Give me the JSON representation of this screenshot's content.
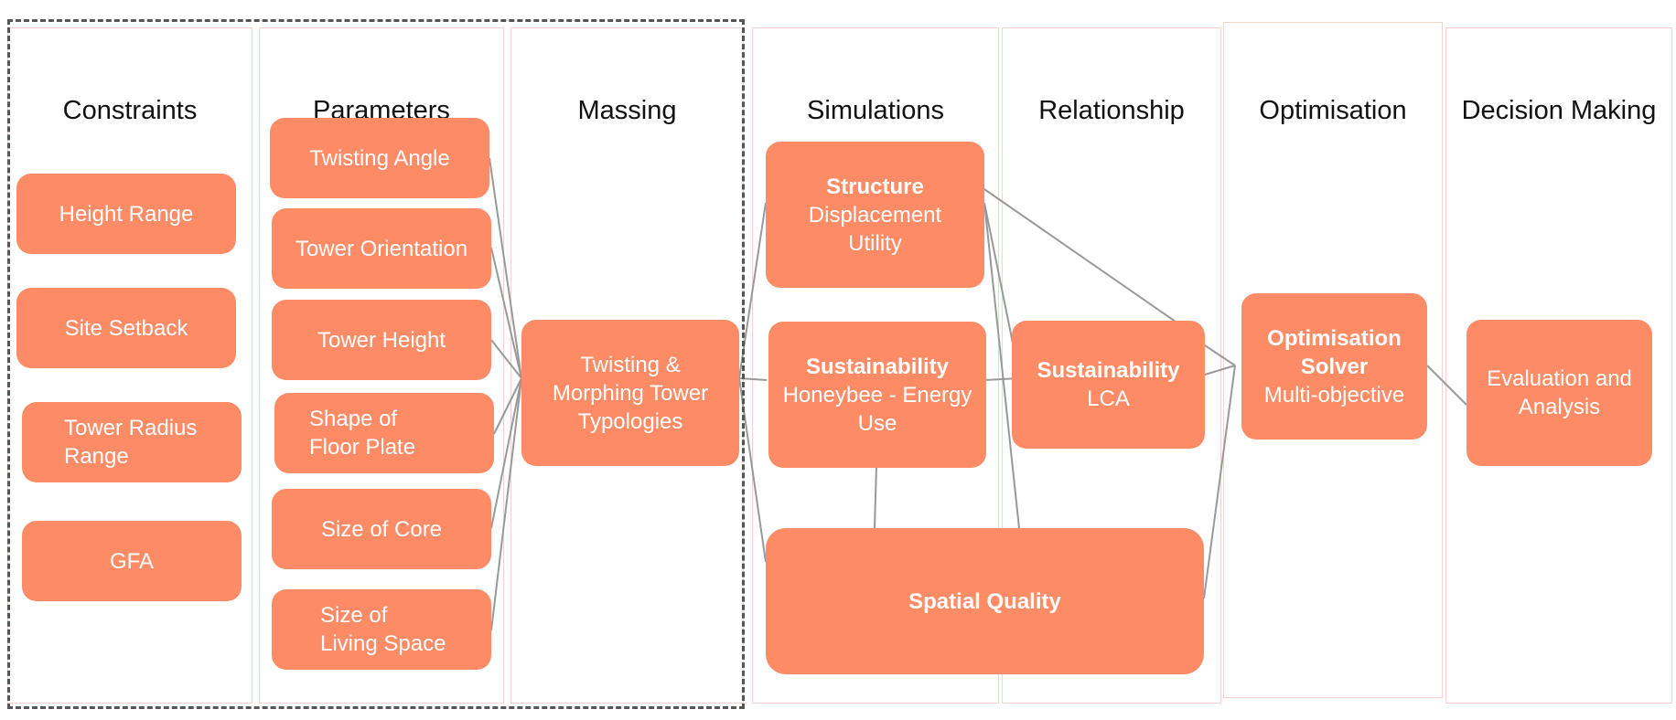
{
  "columns": {
    "constraints": "Constraints",
    "parameters": "Parameters",
    "massing": "Massing",
    "simulations": "Simulations",
    "relationship": "Relationship",
    "optimisation": "Optimisation",
    "decision": "Decision Making"
  },
  "nodes": {
    "height_range": "Height Range",
    "site_setback": "Site Setback",
    "tower_radius_range": "Tower Radius\nRange",
    "gfa": "GFA",
    "twisting_angle": "Twisting Angle",
    "tower_orientation": "Tower Orientation",
    "tower_height": "Tower Height",
    "shape_floor_plate": "Shape of\nFloor Plate",
    "size_core": "Size of Core",
    "size_living_space": "Size of\nLiving Space",
    "massing_typologies": "Twisting &\nMorphing Tower\nTypologies",
    "structure": {
      "title": "Structure",
      "body": "Displacement\nUtility"
    },
    "sustainability_sim": {
      "title": "Sustainability",
      "body": "Honeybee - Energy\nUse"
    },
    "spatial_quality": {
      "title": "Spatial Quality"
    },
    "sustainability_lca": {
      "title": "Sustainability",
      "body": "LCA"
    },
    "optimisation_solver": {
      "title": "Optimisation\nSolver",
      "body": "Multi-objective"
    },
    "evaluation": "Evaluation and\nAnalysis"
  },
  "colors": {
    "node_fill": "#fd8c66",
    "node_text": "#ffffff",
    "column_border": "#f7d3cb",
    "connector": "#999999",
    "dashed_group": "#555555"
  }
}
